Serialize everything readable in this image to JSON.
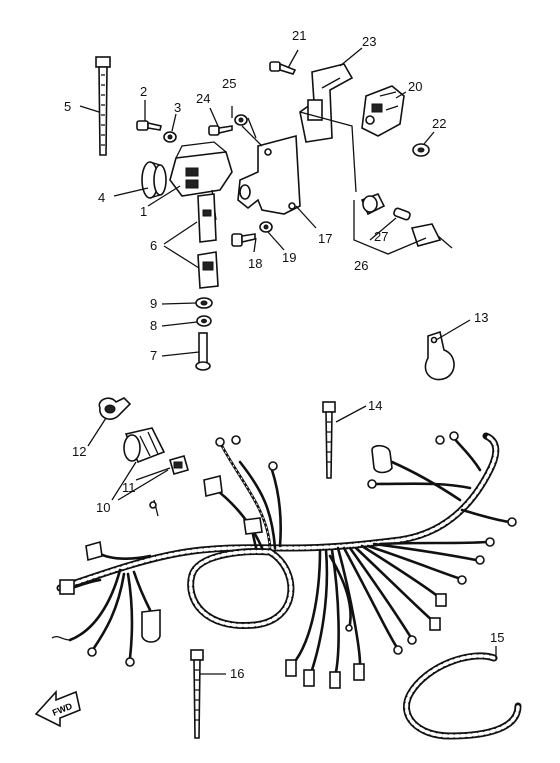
{
  "callouts": {
    "c1": "1",
    "c2": "2",
    "c3": "3",
    "c4": "4",
    "c5": "5",
    "c6": "6",
    "c7": "7",
    "c8": "8",
    "c9": "9",
    "c10": "10",
    "c11": "11",
    "c12": "12",
    "c13": "13",
    "c14": "14",
    "c15": "15",
    "c16": "16",
    "c17": "17",
    "c18": "18",
    "c19": "19",
    "c20": "20",
    "c21": "21",
    "c22": "22",
    "c23": "23",
    "c24": "24",
    "c25": "25",
    "c26": "26",
    "c27": "27"
  },
  "fwd_arrow_label": "FWD"
}
